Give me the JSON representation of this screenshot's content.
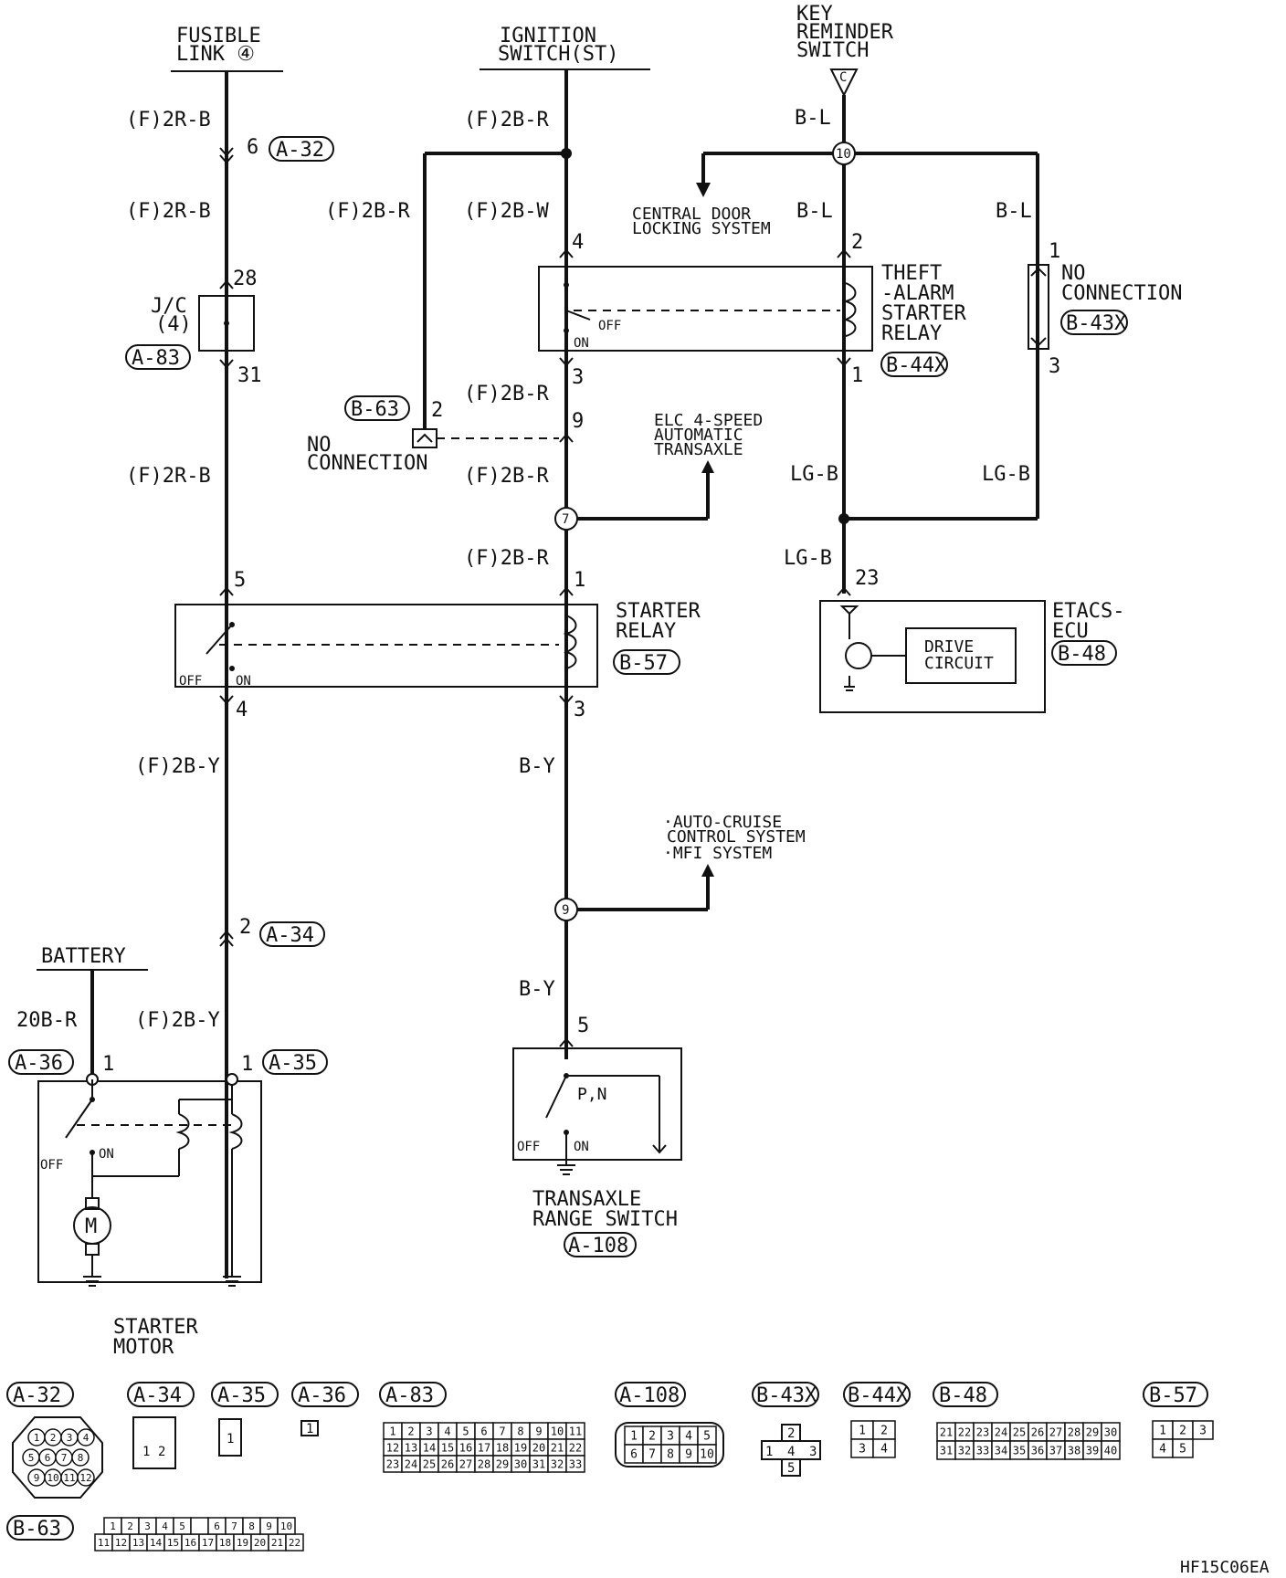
{
  "sources": {
    "fusible_link": [
      "FUSIBLE",
      "LINK ④"
    ],
    "ignition_switch": [
      "IGNITION",
      "SWITCH(ST)"
    ],
    "key_reminder": [
      "KEY",
      "REMINDER",
      "SWITCH"
    ],
    "key_reminder_pin": "C",
    "battery": "BATTERY"
  },
  "wires": {
    "f_2r_b": "(F)2R-B",
    "f_2b_r": "(F)2B-R",
    "f_2b_w": "(F)2B-W",
    "f_2b_y": "(F)2B-Y",
    "b_l": "B-L",
    "lg_b": "LG-B",
    "b_y": "B-Y",
    "b20_r": "20B-R"
  },
  "pins": {
    "p6": "6",
    "p28": "28",
    "p31": "31",
    "p5": "5",
    "p4": "4",
    "p2": "2",
    "p1": "1",
    "p3": "3",
    "p9": "9",
    "p23": "23",
    "p1b": "1",
    "p5b": "5"
  },
  "joints": {
    "j10": "10",
    "j7": "7",
    "j9": "9"
  },
  "connectors": {
    "a32": "A-32",
    "a34": "A-34",
    "a35": "A-35",
    "a36": "A-36",
    "a83": "A-83",
    "a108": "A-108",
    "b43x": "B-43X",
    "b44x": "B-44X",
    "b48": "B-48",
    "b57": "B-57",
    "b63": "B-63"
  },
  "components": {
    "jc": [
      "J/C",
      "(4)"
    ],
    "theft_relay": [
      "THEFT",
      "-ALARM",
      "STARTER",
      "RELAY"
    ],
    "starter_relay": [
      "STARTER",
      "RELAY"
    ],
    "etacs": [
      "ETACS-",
      "ECU"
    ],
    "drive_circuit": [
      "DRIVE",
      "CIRCUIT"
    ],
    "starter_motor": [
      "STARTER",
      "MOTOR"
    ],
    "transaxle_switch": [
      "TRANSAXLE",
      "RANGE SWITCH"
    ],
    "no_connection": [
      "NO",
      "CONNECTION"
    ],
    "central_door": [
      "CENTRAL DOOR",
      "LOCKING SYSTEM"
    ],
    "elc": [
      "ELC 4-SPEED",
      "AUTOMATIC",
      "TRANSAXLE"
    ],
    "auto_cruise": [
      "·AUTO-CRUISE",
      "CONTROL SYSTEM",
      "·MFI SYSTEM"
    ],
    "motor_symbol": "M"
  },
  "switch_labels": {
    "off": "OFF",
    "on": "ON",
    "pn": "P,N"
  },
  "connector_faces": {
    "a32_pins": [
      "1",
      "2",
      "3",
      "4",
      "5",
      "6",
      "7",
      "8",
      "9",
      "10",
      "11",
      "12"
    ],
    "a34_pins": [
      "1",
      "2"
    ],
    "a35_pins": [
      "1"
    ],
    "a36_pins": [
      "1"
    ],
    "a83_rows": [
      [
        "1",
        "2",
        "3",
        "4",
        "5",
        "6",
        "7",
        "8",
        "9",
        "10",
        "11"
      ],
      [
        "12",
        "13",
        "14",
        "15",
        "16",
        "17",
        "18",
        "19",
        "20",
        "21",
        "22"
      ],
      [
        "23",
        "24",
        "25",
        "26",
        "27",
        "28",
        "29",
        "30",
        "31",
        "32",
        "33"
      ]
    ],
    "a108_rows": [
      [
        "1",
        "2",
        "3",
        "4",
        "5"
      ],
      [
        "6",
        "7",
        "8",
        "9",
        "10"
      ]
    ],
    "b43x_pins": [
      "1",
      "2",
      "3",
      "4",
      "5"
    ],
    "b44x_rows": [
      [
        "1",
        "2"
      ],
      [
        "3",
        "4"
      ]
    ],
    "b48_rows": [
      [
        "21",
        "22",
        "23",
        "24",
        "25",
        "26",
        "27",
        "28",
        "29",
        "30"
      ],
      [
        "31",
        "32",
        "33",
        "34",
        "35",
        "36",
        "37",
        "38",
        "39",
        "40"
      ]
    ],
    "b57_rows": [
      [
        "1",
        "2",
        "3"
      ],
      [
        "4",
        "5"
      ]
    ],
    "b63_rows": [
      [
        "1",
        "2",
        "3",
        "4",
        "5",
        "",
        "6",
        "7",
        "8",
        "9",
        "10"
      ],
      [
        "11",
        "12",
        "13",
        "14",
        "15",
        "16",
        "17",
        "18",
        "19",
        "20",
        "21",
        "22"
      ]
    ]
  },
  "figure_code": "HF15C06EA"
}
